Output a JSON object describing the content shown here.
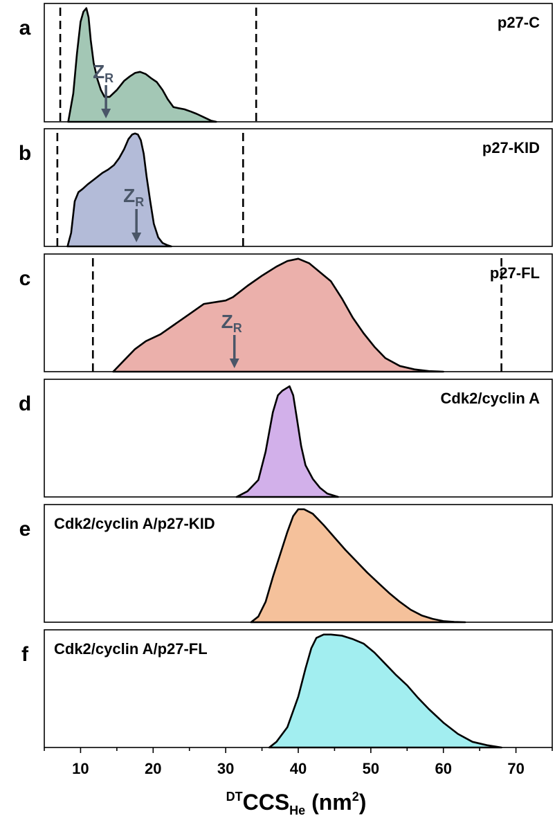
{
  "chart_data": {
    "type": "area",
    "xlim": [
      5,
      75
    ],
    "x_ticks": [
      10,
      20,
      30,
      40,
      50,
      60,
      70
    ],
    "xlabel": {
      "superscript": "DT",
      "main": "CCS",
      "subscript": "He",
      "unit": " (nm",
      "unit_sup": "2",
      "unit_close": ")"
    },
    "grid": false,
    "annotation_text": {
      "main": "Z",
      "subscript": "R"
    },
    "panels": [
      {
        "letter": "a",
        "title": "p27-C",
        "title_position": "top-right",
        "color": "#a3c7b5",
        "dashed_lines": [
          7.2,
          34.2
        ],
        "zr": 13.5,
        "x": [
          8.3,
          9.0,
          9.5,
          10.0,
          10.4,
          10.8,
          11.1,
          11.4,
          11.8,
          12.3,
          12.8,
          13.3,
          14.0,
          15.0,
          16.0,
          16.8,
          17.5,
          18.2,
          19.0,
          19.8,
          20.5,
          21.3,
          22.0,
          22.8,
          23.5,
          24.3,
          25.2,
          26.0,
          27.0,
          28.0,
          28.7
        ],
        "y": [
          0.0,
          0.25,
          0.6,
          0.88,
          0.97,
          1.0,
          0.92,
          0.72,
          0.52,
          0.38,
          0.28,
          0.22,
          0.22,
          0.28,
          0.36,
          0.4,
          0.43,
          0.44,
          0.42,
          0.38,
          0.35,
          0.28,
          0.2,
          0.13,
          0.12,
          0.11,
          0.09,
          0.07,
          0.04,
          0.01,
          0.0
        ]
      },
      {
        "letter": "b",
        "title": "p27-KID",
        "title_position": "top-right",
        "color": "#b3bbd8",
        "dashed_lines": [
          6.8,
          32.4
        ],
        "zr": 17.7,
        "x": [
          8.2,
          8.7,
          9.2,
          9.7,
          10.3,
          11.0,
          12.0,
          13.0,
          13.8,
          14.6,
          15.3,
          16.0,
          16.6,
          17.1,
          17.5,
          17.9,
          18.3,
          18.7,
          19.1,
          19.6,
          20.1,
          20.7,
          21.3,
          22.0,
          22.5
        ],
        "y": [
          0.0,
          0.12,
          0.4,
          0.48,
          0.51,
          0.55,
          0.6,
          0.65,
          0.68,
          0.72,
          0.78,
          0.86,
          0.95,
          0.99,
          1.0,
          0.99,
          0.94,
          0.82,
          0.62,
          0.4,
          0.2,
          0.08,
          0.03,
          0.01,
          0.0
        ]
      },
      {
        "letter": "c",
        "title": "p27-FL",
        "title_position": "top-right",
        "color": "#ebb0ab",
        "dashed_lines": [
          11.7,
          68.0
        ],
        "zr": 31.2,
        "x": [
          14.5,
          16.0,
          17.5,
          19.0,
          21.0,
          23.0,
          25.0,
          27.0,
          29.0,
          30.0,
          31.0,
          33.0,
          35.0,
          37.0,
          38.5,
          40.0,
          41.5,
          43.0,
          44.5,
          46.0,
          47.5,
          49.0,
          50.5,
          52.0,
          54.0,
          56.0,
          58.0,
          60.0
        ],
        "y": [
          0.0,
          0.1,
          0.2,
          0.27,
          0.33,
          0.42,
          0.51,
          0.6,
          0.62,
          0.63,
          0.66,
          0.76,
          0.85,
          0.93,
          0.98,
          1.0,
          0.96,
          0.88,
          0.8,
          0.65,
          0.48,
          0.34,
          0.22,
          0.12,
          0.05,
          0.02,
          0.005,
          0.0
        ]
      },
      {
        "letter": "d",
        "title": "Cdk2/cyclin A",
        "title_position": "top-right",
        "color": "#d2b0ea",
        "dashed_lines": [],
        "zr": null,
        "x": [
          31.5,
          33.0,
          34.5,
          35.5,
          36.5,
          37.2,
          37.8,
          38.3,
          38.8,
          39.3,
          39.8,
          40.4,
          41.0,
          42.0,
          43.0,
          44.0,
          45.5
        ],
        "y": [
          0.0,
          0.05,
          0.15,
          0.4,
          0.75,
          0.9,
          0.94,
          0.96,
          0.98,
          0.9,
          0.7,
          0.45,
          0.28,
          0.16,
          0.08,
          0.03,
          0.0
        ]
      },
      {
        "letter": "e",
        "title": "Cdk2/cyclin A/p27-KID",
        "title_position": "top-left",
        "color": "#f5c19b",
        "dashed_lines": [],
        "zr": null,
        "x": [
          33.5,
          34.5,
          35.5,
          36.5,
          37.5,
          38.5,
          39.3,
          40.0,
          40.8,
          42.0,
          43.5,
          45.0,
          46.5,
          48.0,
          49.5,
          51.0,
          52.5,
          54.0,
          55.5,
          57.0,
          58.5,
          60.0,
          61.5,
          63.0
        ],
        "y": [
          0.0,
          0.05,
          0.18,
          0.4,
          0.6,
          0.8,
          0.94,
          1.0,
          1.0,
          0.96,
          0.86,
          0.75,
          0.64,
          0.54,
          0.44,
          0.35,
          0.26,
          0.18,
          0.11,
          0.06,
          0.03,
          0.01,
          0.003,
          0.0
        ]
      },
      {
        "letter": "f",
        "title": "Cdk2/cyclin A/p27-FL",
        "title_position": "top-left",
        "color": "#a2eef0",
        "dashed_lines": [],
        "zr": null,
        "x": [
          36.0,
          37.0,
          38.5,
          40.0,
          41.0,
          41.8,
          42.5,
          43.5,
          44.5,
          46.0,
          47.5,
          49.0,
          50.5,
          52.0,
          53.5,
          55.0,
          56.5,
          58.0,
          60.0,
          62.0,
          64.0,
          66.0,
          68.0
        ],
        "y": [
          0.0,
          0.05,
          0.18,
          0.45,
          0.7,
          0.88,
          0.97,
          1.0,
          1.0,
          0.99,
          0.96,
          0.92,
          0.84,
          0.74,
          0.64,
          0.55,
          0.44,
          0.34,
          0.22,
          0.12,
          0.05,
          0.02,
          0.0
        ]
      }
    ]
  }
}
